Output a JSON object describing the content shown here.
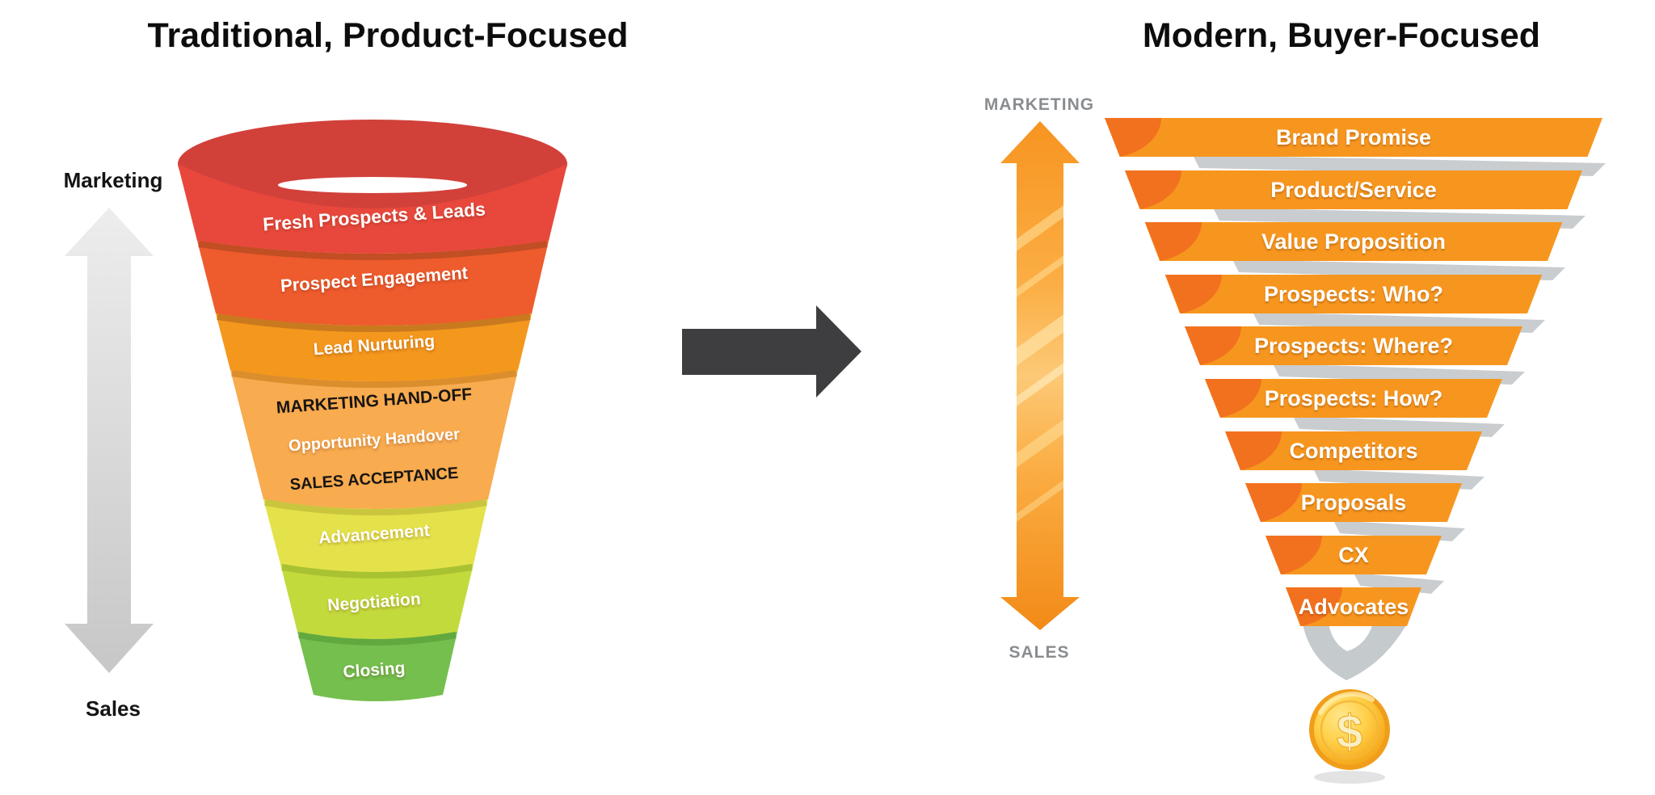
{
  "titles": {
    "left": "Traditional, Product-Focused",
    "right": "Modern, Buyer-Focused"
  },
  "left_funnel": {
    "axis_top": "Marketing",
    "axis_bottom": "Sales",
    "segments": [
      {
        "labels": [
          "Fresh Prospects & Leads"
        ],
        "color": "#E8483C"
      },
      {
        "labels": [
          "Prospect Engagement"
        ],
        "color": "#EE5B2D"
      },
      {
        "labels": [
          "Lead Nurturing"
        ],
        "color": "#F4971D"
      },
      {
        "labels": [
          "MARKETING HAND-OFF",
          "Opportunity Handover",
          "SALES ACCEPTANCE"
        ],
        "color": "#F8AB4F"
      },
      {
        "labels": [
          "Advancement"
        ],
        "color": "#E4E24A"
      },
      {
        "labels": [
          "Negotiation"
        ],
        "color": "#C3DA3D"
      },
      {
        "labels": [
          "Closing"
        ],
        "color": "#74BF4D"
      }
    ]
  },
  "right_funnel": {
    "axis_top": "MARKETING",
    "axis_bottom": "SALES",
    "stages": [
      "Brand Promise",
      "Product/Service",
      "Value Proposition",
      "Prospects: Who?",
      "Prospects: Where?",
      "Prospects: How?",
      "Competitors",
      "Proposals",
      "CX",
      "Advocates"
    ],
    "coin_symbol": "$",
    "band_color": "#F7961E",
    "band_accent_color": "#F2711F",
    "shadow_color": "#C9CDD0"
  },
  "colors": {
    "transition_arrow": "#3E3E40",
    "left_axis_arrow": "#D6D6D6",
    "right_axis_arrow": "#F79421",
    "coin_gold": "#FFD049",
    "rim_top": "#D2403A"
  }
}
